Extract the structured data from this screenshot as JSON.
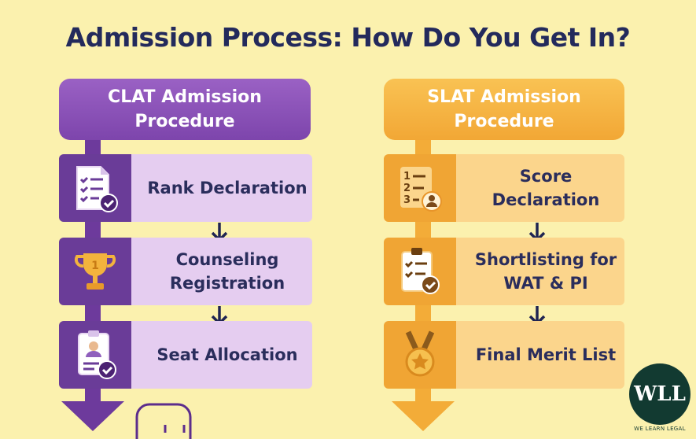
{
  "title": "Admission Process: How Do You Get In?",
  "clat": {
    "header": "CLAT Admission Procedure",
    "steps": [
      {
        "label": "Rank Declaration",
        "icon": "checklist-icon"
      },
      {
        "label": "Counseling Registration",
        "icon": "trophy-icon"
      },
      {
        "label": "Seat Allocation",
        "icon": "id-card-icon"
      }
    ]
  },
  "slat": {
    "header": "SLAT Admission Procedure",
    "steps": [
      {
        "label": "Score Declaration",
        "icon": "ranked-list-icon"
      },
      {
        "label": "Shortlisting for WAT & PI",
        "icon": "clipboard-check-icon"
      },
      {
        "label": "Final Merit List",
        "icon": "medal-icon"
      }
    ]
  },
  "logo": {
    "text": "WLL",
    "tagline": "WE LEARN LEGAL"
  },
  "colors": {
    "clat": "#6d3a9c",
    "clat_light": "#e5cdf0",
    "slat": "#f3ac38",
    "slat_light": "#fbd58c",
    "title": "#232a5c"
  }
}
